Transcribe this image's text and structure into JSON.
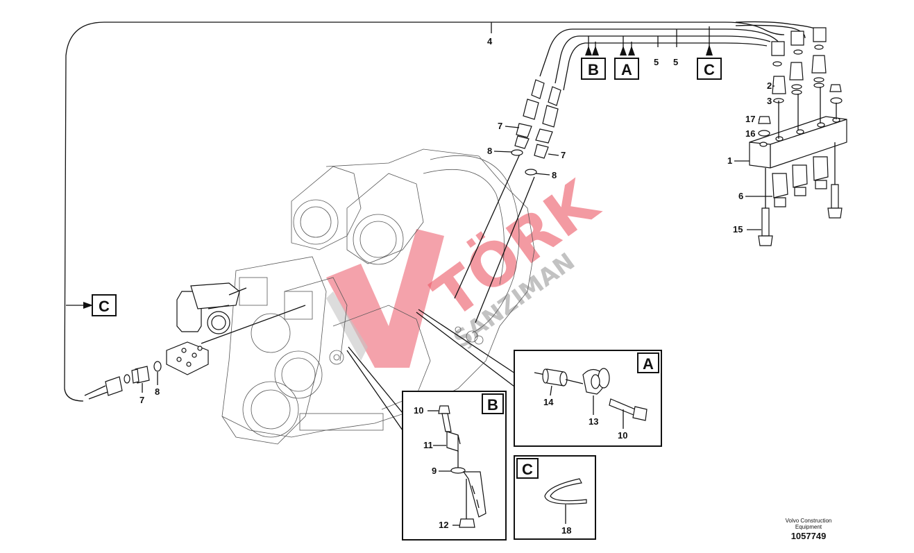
{
  "diagram": {
    "part_numbers": {
      "p1": "1",
      "p2": "2",
      "p3": "3",
      "p4": "4",
      "p5a": "5",
      "p5b": "5",
      "p6": "6",
      "p7a": "7",
      "p7b": "7",
      "p7c": "7",
      "p8a": "8",
      "p8b": "8",
      "p8c": "8",
      "p9": "9",
      "p10a": "10",
      "p10b": "10",
      "p11": "11",
      "p12": "12",
      "p13": "13",
      "p14": "14",
      "p15": "15",
      "p16": "16",
      "p17": "17",
      "p18": "18"
    },
    "section_tags": {
      "a_top": "A",
      "b_top": "B",
      "c_top": "C",
      "c_left": "C",
      "detail_a": "A",
      "detail_b": "B",
      "detail_c": "C"
    },
    "watermark": {
      "brand": "TÖRK",
      "sub": "ŞANZIMAN",
      "color": "#e8394a"
    }
  },
  "footer": {
    "brand_line1": "Volvo Construction",
    "brand_line2": "Equipment",
    "drawing_number": "1057749"
  }
}
